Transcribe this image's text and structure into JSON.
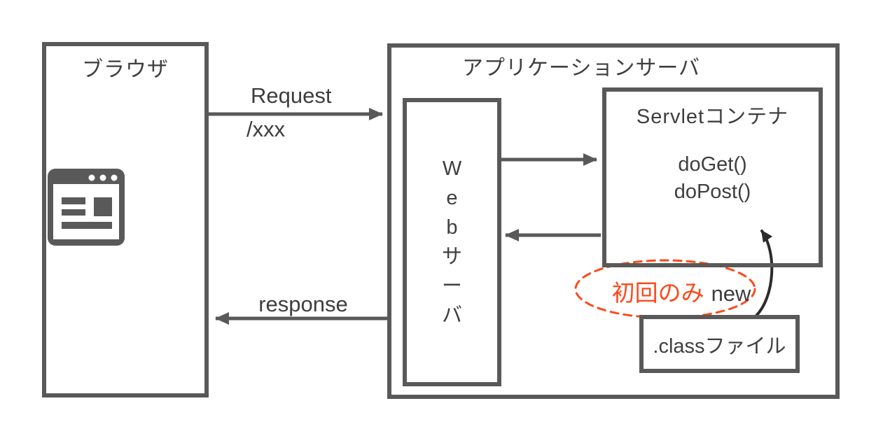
{
  "colors": {
    "box_border": "#595959",
    "arrow_gray": "#595959",
    "text_dark": "#3f3f3f",
    "annotation_orange": "#fb4a1b",
    "curved_arrow_black": "#2b2b2b"
  },
  "browser": {
    "title": "ブラウザ"
  },
  "app_server": {
    "title": "アプリケーションサーバ"
  },
  "web_server": {
    "label": "Webサーバ"
  },
  "servlet_container": {
    "title": "Servletコンテナ",
    "methods": [
      "doGet()",
      "doPost()"
    ]
  },
  "class_file": {
    "label": ".classファイル"
  },
  "arrows": {
    "request": {
      "label": "Request",
      "sublabel": "/xxx"
    },
    "response": {
      "label": "response"
    }
  },
  "annotation": {
    "highlight": "初回のみ",
    "suffix": "new"
  }
}
